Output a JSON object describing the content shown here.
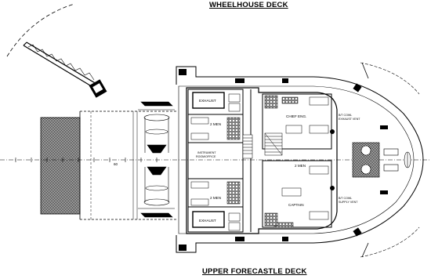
{
  "titles": {
    "top": "WHEELHOUSE DECK",
    "bottom": "UPPER FORECASTLE DECK"
  },
  "rooms": {
    "exhaust_top": "EXHAUST",
    "exhaust_bottom": "EXHAUST",
    "cabin_2men_upper": "2 MEN",
    "cabin_2men_lower": "2 MEN",
    "instrument_room": "INSTRUMENT",
    "instrument_room_2": "ROOM/OFFICE",
    "chief_eng": "CHIEF ENG.",
    "cabin_2men_mid": "2 MEN",
    "captain": "CAPTAIN",
    "cowl_top": "B/T COWL",
    "cowl_top_2": "EXHAUST VENT",
    "cowl_bottom": "B/T COWL",
    "cowl_bottom_2": "SUPPLY VENT",
    "frame_num": "60"
  },
  "colors": {
    "line": "#000000",
    "background": "#ffffff"
  }
}
